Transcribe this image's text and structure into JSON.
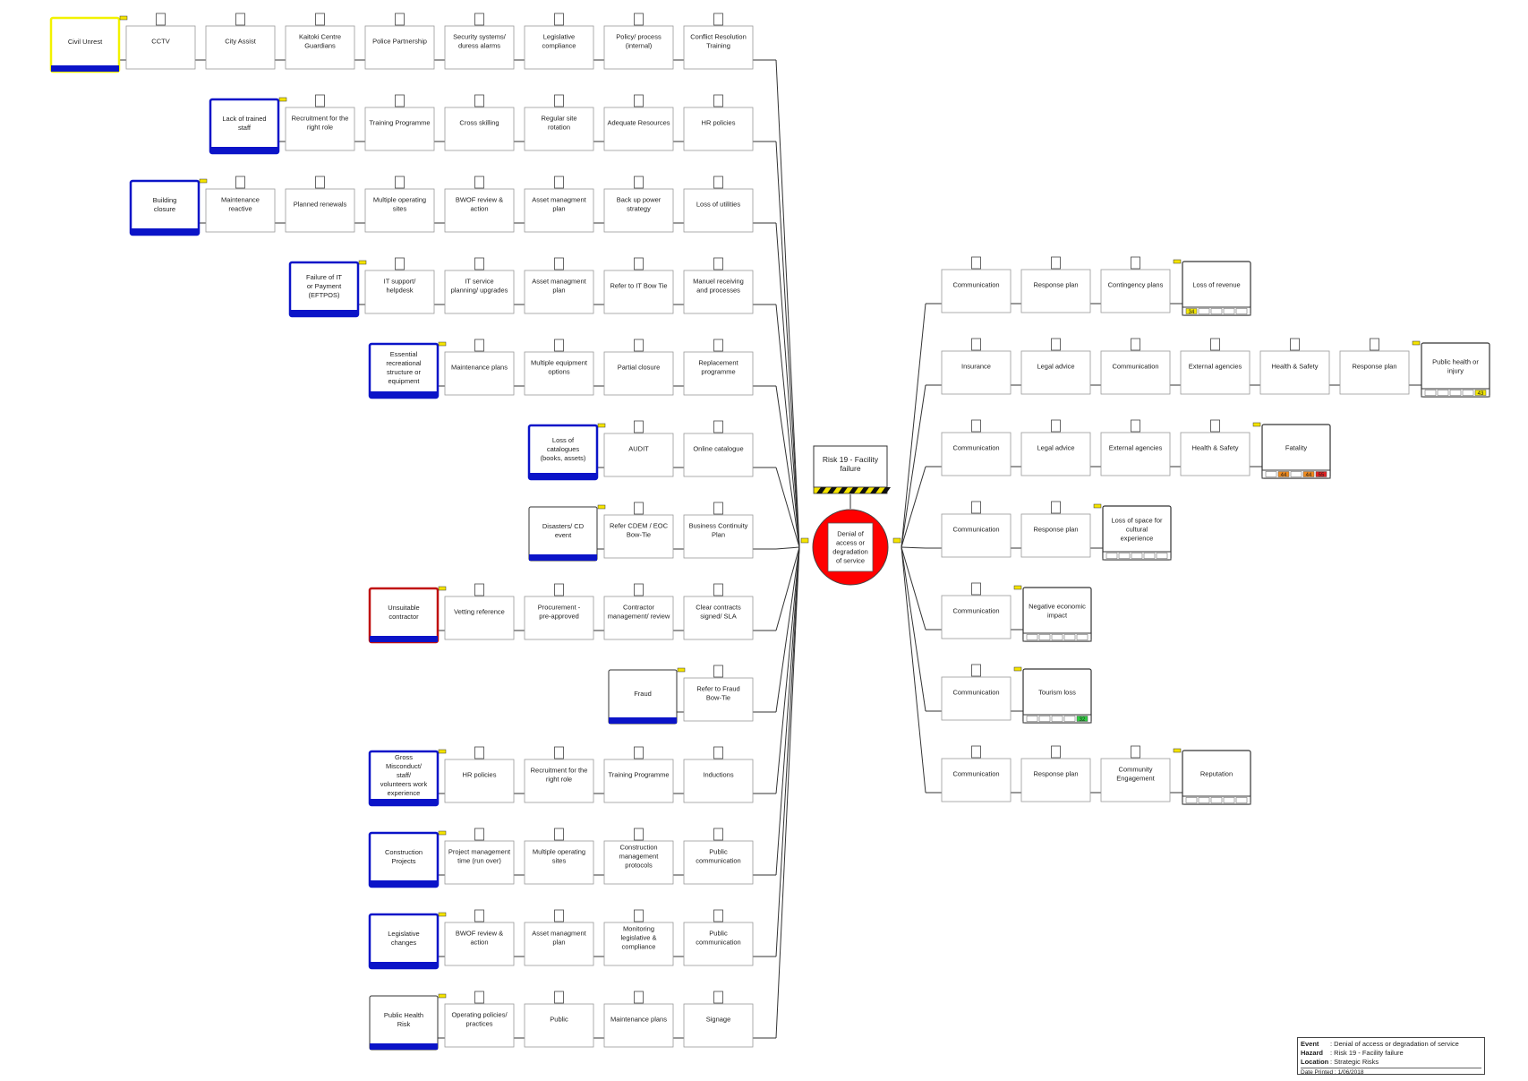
{
  "center": {
    "hazard_label": "Risk 19 - Facility failure",
    "event_label": "Denial of access or degradation of service"
  },
  "colors": {
    "blue_threat": "#0b14c8",
    "red_threat": "#c01010",
    "yellow_threat": "#f2f200",
    "event_red": "#ff0000",
    "hazard_stripe_yellow": "#f5e400",
    "tab_yellow": "#f5e400",
    "rating_yellow": "#f2e600",
    "rating_orange": "#f08a1c",
    "rating_red": "#e02020",
    "rating_green": "#2ecc40",
    "line": "#333333"
  },
  "threats": [
    {
      "label": "Civil Unrest",
      "border": "yellow",
      "controls": [
        "CCTV",
        "City Assist",
        "Kaitoki Centre Guardians",
        "Police Partnership",
        "Security systems/ duress alarms",
        "Legislative compliance",
        "Policy/ process (internal)",
        "Conflict Resolution Training"
      ]
    },
    {
      "label": "Lack of trained staff",
      "border": "blue",
      "controls": [
        "Recruitment for the right role",
        "Training Programme",
        "Cross skilling",
        "Regular site rotation",
        "Adequate Resources",
        "HR policies"
      ]
    },
    {
      "label": "Building closure",
      "border": "blue",
      "controls": [
        "Maintenance reactive",
        "Planned renewals",
        "Multiple operating sites",
        "BWOF review & action",
        "Asset managment plan",
        "Back up power strategy",
        "Loss of utilities"
      ]
    },
    {
      "label": "Failure of IT or Payment (EFTPOS)",
      "border": "blue",
      "controls": [
        "IT support/ helpdesk",
        "IT service planning/ upgrades",
        "Asset managment plan",
        "Refer to IT Bow Tie",
        "Manuel receiving and processes"
      ]
    },
    {
      "label": "Essential recreational structure or equipment",
      "border": "blue",
      "controls": [
        "Maintenance plans",
        "Multiple equipment options",
        "Partial closure",
        "Replacement programme"
      ]
    },
    {
      "label": "Loss of catalogues (books, assets)",
      "border": "blue",
      "controls": [
        "AUDIT",
        "Online catalogue"
      ]
    },
    {
      "label": "Disasters/ CD event",
      "border": "none",
      "controls": [
        "Refer CDEM / EOC Bow-Tie",
        "Business Continuity Plan"
      ]
    },
    {
      "label": "Unsuitable contractor",
      "border": "red",
      "controls": [
        "Vetting reference",
        "Procurement - pre-approved",
        "Contractor management/ review",
        "Clear contracts signed/ SLA"
      ]
    },
    {
      "label": "Fraud",
      "border": "none",
      "controls": [
        "Refer to Fraud Bow-Tie"
      ]
    },
    {
      "label": "Gross Misconduct/ staff/ volunteers work experience",
      "border": "blue",
      "controls": [
        "HR policies",
        "Recruitment for the right role",
        "Training Programme",
        "Inductions"
      ]
    },
    {
      "label": "Construction Projects",
      "border": "blue",
      "controls": [
        "Project management time (run over)",
        "Multiple operating sites",
        "Construction management protocols",
        "Public communication"
      ]
    },
    {
      "label": "Legislative changes",
      "border": "blue",
      "controls": [
        "BWOF review & action",
        "Asset managment plan",
        "Monitoring legislative & compliance",
        "Public communication"
      ]
    },
    {
      "label": "Public Health Risk",
      "border": "none",
      "controls": [
        "Operating policies/ practices",
        "Public",
        "Maintenance plans",
        "Signage"
      ]
    }
  ],
  "consequences": [
    {
      "label": "Loss of revenue",
      "controls": [
        "Communication",
        "Response plan",
        "Contingency plans"
      ],
      "ratings": [
        {
          "text": "34",
          "color": "yellow"
        },
        {
          "text": "",
          "color": ""
        },
        {
          "text": "",
          "color": ""
        },
        {
          "text": "",
          "color": ""
        },
        {
          "text": "",
          "color": ""
        }
      ]
    },
    {
      "label": "Public health or injury",
      "controls": [
        "Insurance",
        "Legal advice",
        "Communication",
        "External agencies",
        "Health & Safety",
        "Response plan"
      ],
      "ratings": [
        {
          "text": "",
          "color": ""
        },
        {
          "text": "",
          "color": ""
        },
        {
          "text": "",
          "color": ""
        },
        {
          "text": "",
          "color": ""
        },
        {
          "text": "43",
          "color": "yellow"
        }
      ]
    },
    {
      "label": "Fatality",
      "controls": [
        "Communication",
        "Legal advice",
        "External agencies",
        "Health & Safety"
      ],
      "ratings": [
        {
          "text": "",
          "color": ""
        },
        {
          "text": "44",
          "color": "orange"
        },
        {
          "text": "",
          "color": ""
        },
        {
          "text": "44",
          "color": "orange"
        },
        {
          "text": "55",
          "color": "red"
        }
      ]
    },
    {
      "label": "Loss of space for cultural experience",
      "controls": [
        "Communication",
        "Response plan"
      ],
      "ratings": [
        {
          "text": "",
          "color": ""
        },
        {
          "text": "",
          "color": ""
        },
        {
          "text": "",
          "color": ""
        },
        {
          "text": "",
          "color": ""
        },
        {
          "text": "",
          "color": ""
        }
      ]
    },
    {
      "label": "Negative economic impact",
      "controls": [
        "Communication"
      ],
      "ratings": [
        {
          "text": "",
          "color": ""
        },
        {
          "text": "",
          "color": ""
        },
        {
          "text": "",
          "color": ""
        },
        {
          "text": "",
          "color": ""
        },
        {
          "text": "",
          "color": ""
        }
      ]
    },
    {
      "label": "Tourism loss",
      "controls": [
        "Communication"
      ],
      "ratings": [
        {
          "text": "",
          "color": ""
        },
        {
          "text": "",
          "color": ""
        },
        {
          "text": "",
          "color": ""
        },
        {
          "text": "",
          "color": ""
        },
        {
          "text": "32",
          "color": "green"
        }
      ]
    },
    {
      "label": "Reputation",
      "controls": [
        "Communication",
        "Response plan",
        "Community Engagement"
      ],
      "ratings": [
        {
          "text": "",
          "color": ""
        },
        {
          "text": "",
          "color": ""
        },
        {
          "text": "",
          "color": ""
        },
        {
          "text": "",
          "color": ""
        },
        {
          "text": "",
          "color": ""
        }
      ]
    }
  ],
  "legend": {
    "event_key": "Event",
    "event_value": "Denial of access or degradation of service",
    "hazard_key": "Hazard",
    "hazard_value": "Risk 19 - Facility failure",
    "location_key": "Location",
    "location_value": "Strategic Risks",
    "printed_label": "Date Printed :",
    "printed_value": "1/06/2018"
  }
}
